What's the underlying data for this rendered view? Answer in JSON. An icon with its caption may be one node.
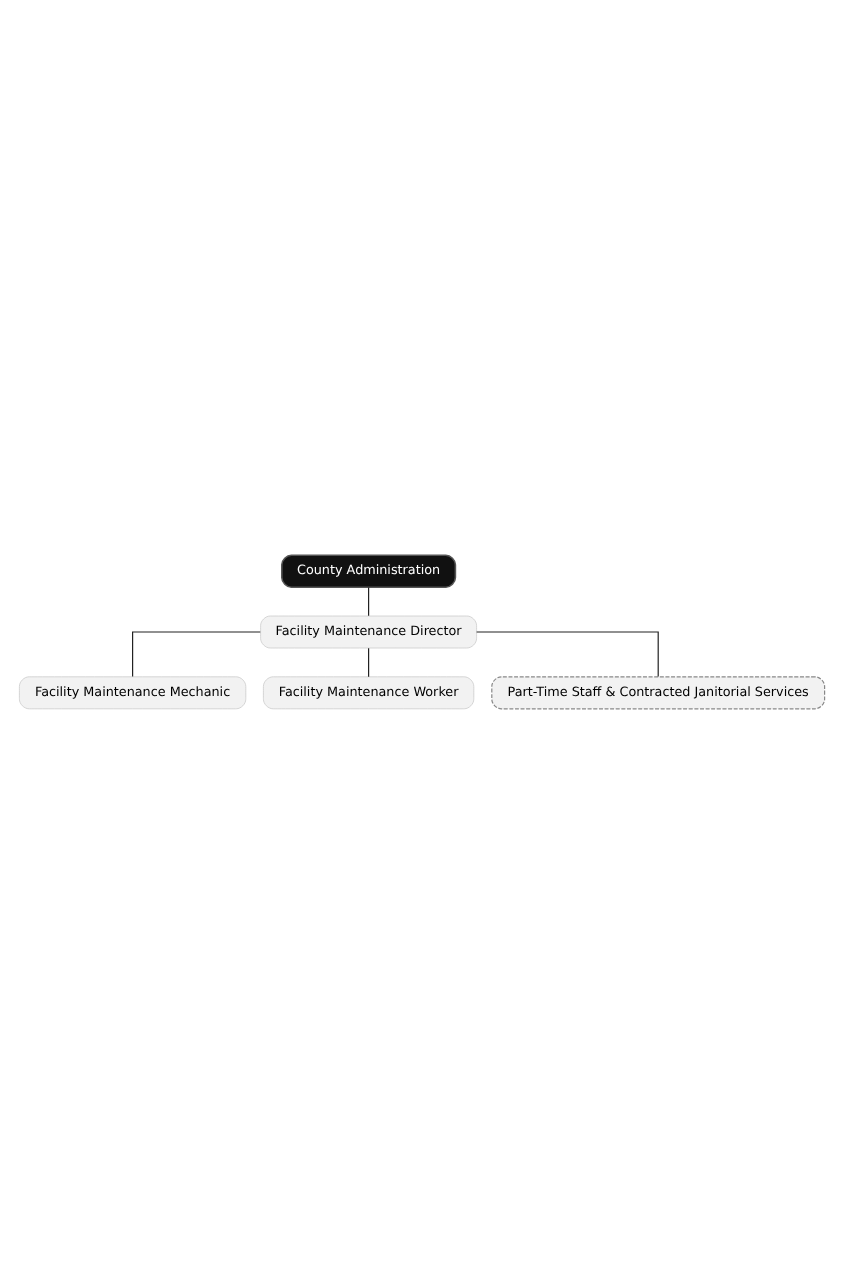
{
  "diagram": {
    "nodes": [
      {
        "text": [
          "County Administration"
        ]
      },
      {
        "text": [
          "Facility Maintenance Director"
        ]
      },
      {
        "text": [
          "Facility Maintenance Mechanic"
        ]
      },
      {
        "text": [
          "Facility Maintenance Worker"
        ]
      },
      {
        "text": [
          "Part-Time Staff & Contracted Janitorial Services"
        ]
      }
    ],
    "edges": [
      {
        "from": 0,
        "to": 1,
        "arrow": "none"
      },
      {
        "from": 1,
        "to": 2,
        "arrow": "none"
      },
      {
        "from": 1,
        "to": 3,
        "arrow": "none"
      },
      {
        "from": 1,
        "to": 4,
        "arrow": "none"
      }
    ]
  }
}
